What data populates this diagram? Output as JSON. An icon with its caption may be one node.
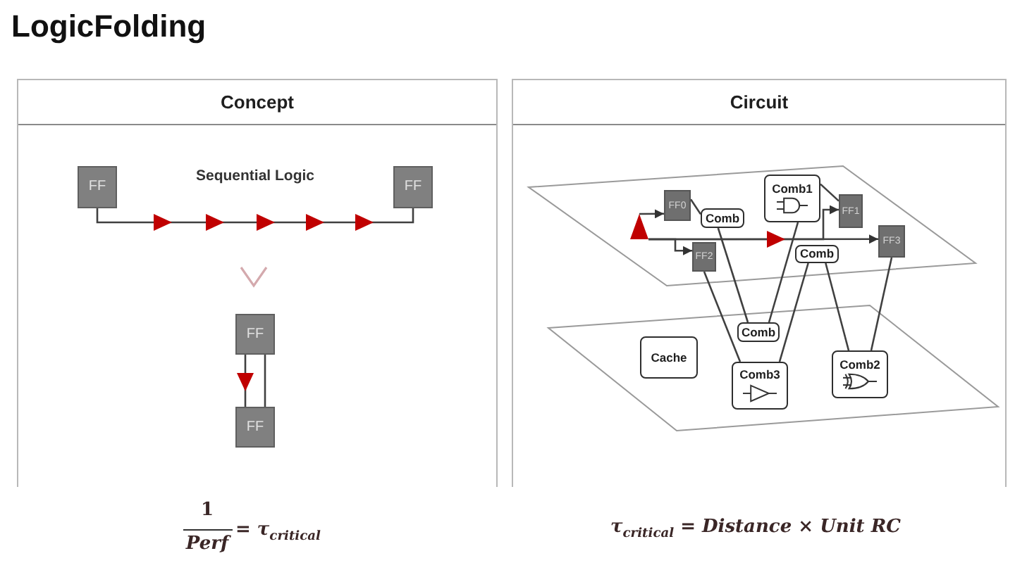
{
  "diagram": {
    "title": "LogicFolding",
    "nodes": [
      {
        "text": [
          "Concept"
        ]
      },
      {
        "text": [
          "FF"
        ],
        "in": 0
      },
      {
        "text": [
          "FF"
        ],
        "in": 0
      },
      {
        "text": [
          "FF"
        ],
        "in": 0
      },
      {
        "text": [
          "FF"
        ],
        "in": 0
      },
      {
        "text": [
          "Circuit"
        ]
      },
      {
        "text": [
          "FF0"
        ],
        "in": 5
      },
      {
        "text": [
          "Comb"
        ],
        "in": 5
      },
      {
        "text": [
          "Comb1"
        ],
        "in": 5
      },
      {
        "text": [
          "FF1"
        ],
        "in": 5
      },
      {
        "text": [],
        "shape": "triangle",
        "in": 5
      },
      {
        "text": [
          "FF2"
        ],
        "in": 5
      },
      {
        "text": [
          "Comb"
        ],
        "in": 5
      },
      {
        "text": [
          "FF3"
        ],
        "in": 5
      },
      {
        "text": [
          "Comb"
        ],
        "in": 5
      },
      {
        "text": [
          "Cache"
        ],
        "in": 5
      },
      {
        "text": [
          "Comb3"
        ],
        "in": 5
      },
      {
        "text": [
          "Comb2"
        ],
        "in": 5
      }
    ],
    "edges": [
      {
        "from": 1,
        "to": 2,
        "arrow": "to"
      },
      {
        "from": 3,
        "to": 4,
        "arrow": "to"
      },
      {
        "from": 3,
        "to": 4,
        "arrow": "none"
      },
      {
        "from": 10,
        "to": 6,
        "arrow": "to"
      },
      {
        "from": 10,
        "to": 11,
        "arrow": "to"
      },
      {
        "from": 10,
        "to": 9,
        "arrow": "to"
      },
      {
        "from": 10,
        "to": 13,
        "arrow": "to"
      },
      {
        "from": 6,
        "to": 7,
        "arrow": "none"
      },
      {
        "from": 7,
        "to": 14,
        "arrow": "none"
      },
      {
        "from": 8,
        "to": 14,
        "arrow": "none"
      },
      {
        "from": 8,
        "to": 9,
        "arrow": "none"
      },
      {
        "from": 11,
        "to": 16,
        "arrow": "none"
      },
      {
        "from": 12,
        "to": 16,
        "arrow": "none"
      },
      {
        "from": 12,
        "to": 17,
        "arrow": "none"
      },
      {
        "from": 13,
        "to": 17,
        "arrow": "none"
      }
    ],
    "labels": [
      "Sequential Logic",
      "1",
      "Perf",
      "= τ$_{critical}$",
      "τ$_{critical}$ = Distance × Unit RC"
    ]
  }
}
